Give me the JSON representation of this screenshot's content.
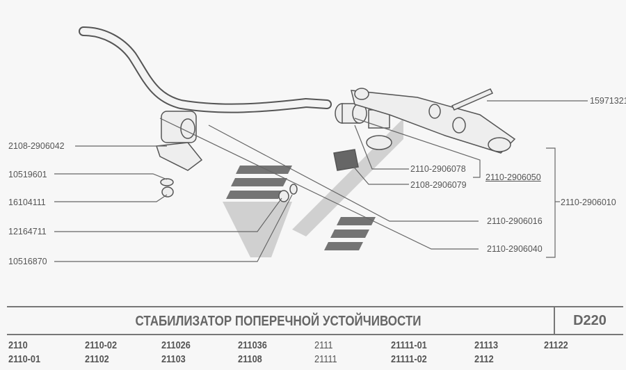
{
  "callouts_left": [
    "2108-2906042",
    "10519601",
    "16104111",
    "12164711",
    "10516870"
  ],
  "callouts_right": [
    "15971321",
    "2110-2906078",
    "2108-2906079",
    "2110-2906050",
    "2110-2906016",
    "2110-2906040",
    "2110-2906010"
  ],
  "title": "СТАБИЛИЗАТОР ПОПЕРЕЧНОЙ УСТОЙЧИВОСТИ",
  "code": "D220",
  "models": [
    [
      "2110",
      "2110-02",
      "211026",
      "211036",
      "2111",
      "21111-01",
      "21113",
      "21122"
    ],
    [
      "2110-01",
      "21102",
      "21103",
      "21108",
      "21111",
      "21111-02",
      "2112"
    ]
  ]
}
